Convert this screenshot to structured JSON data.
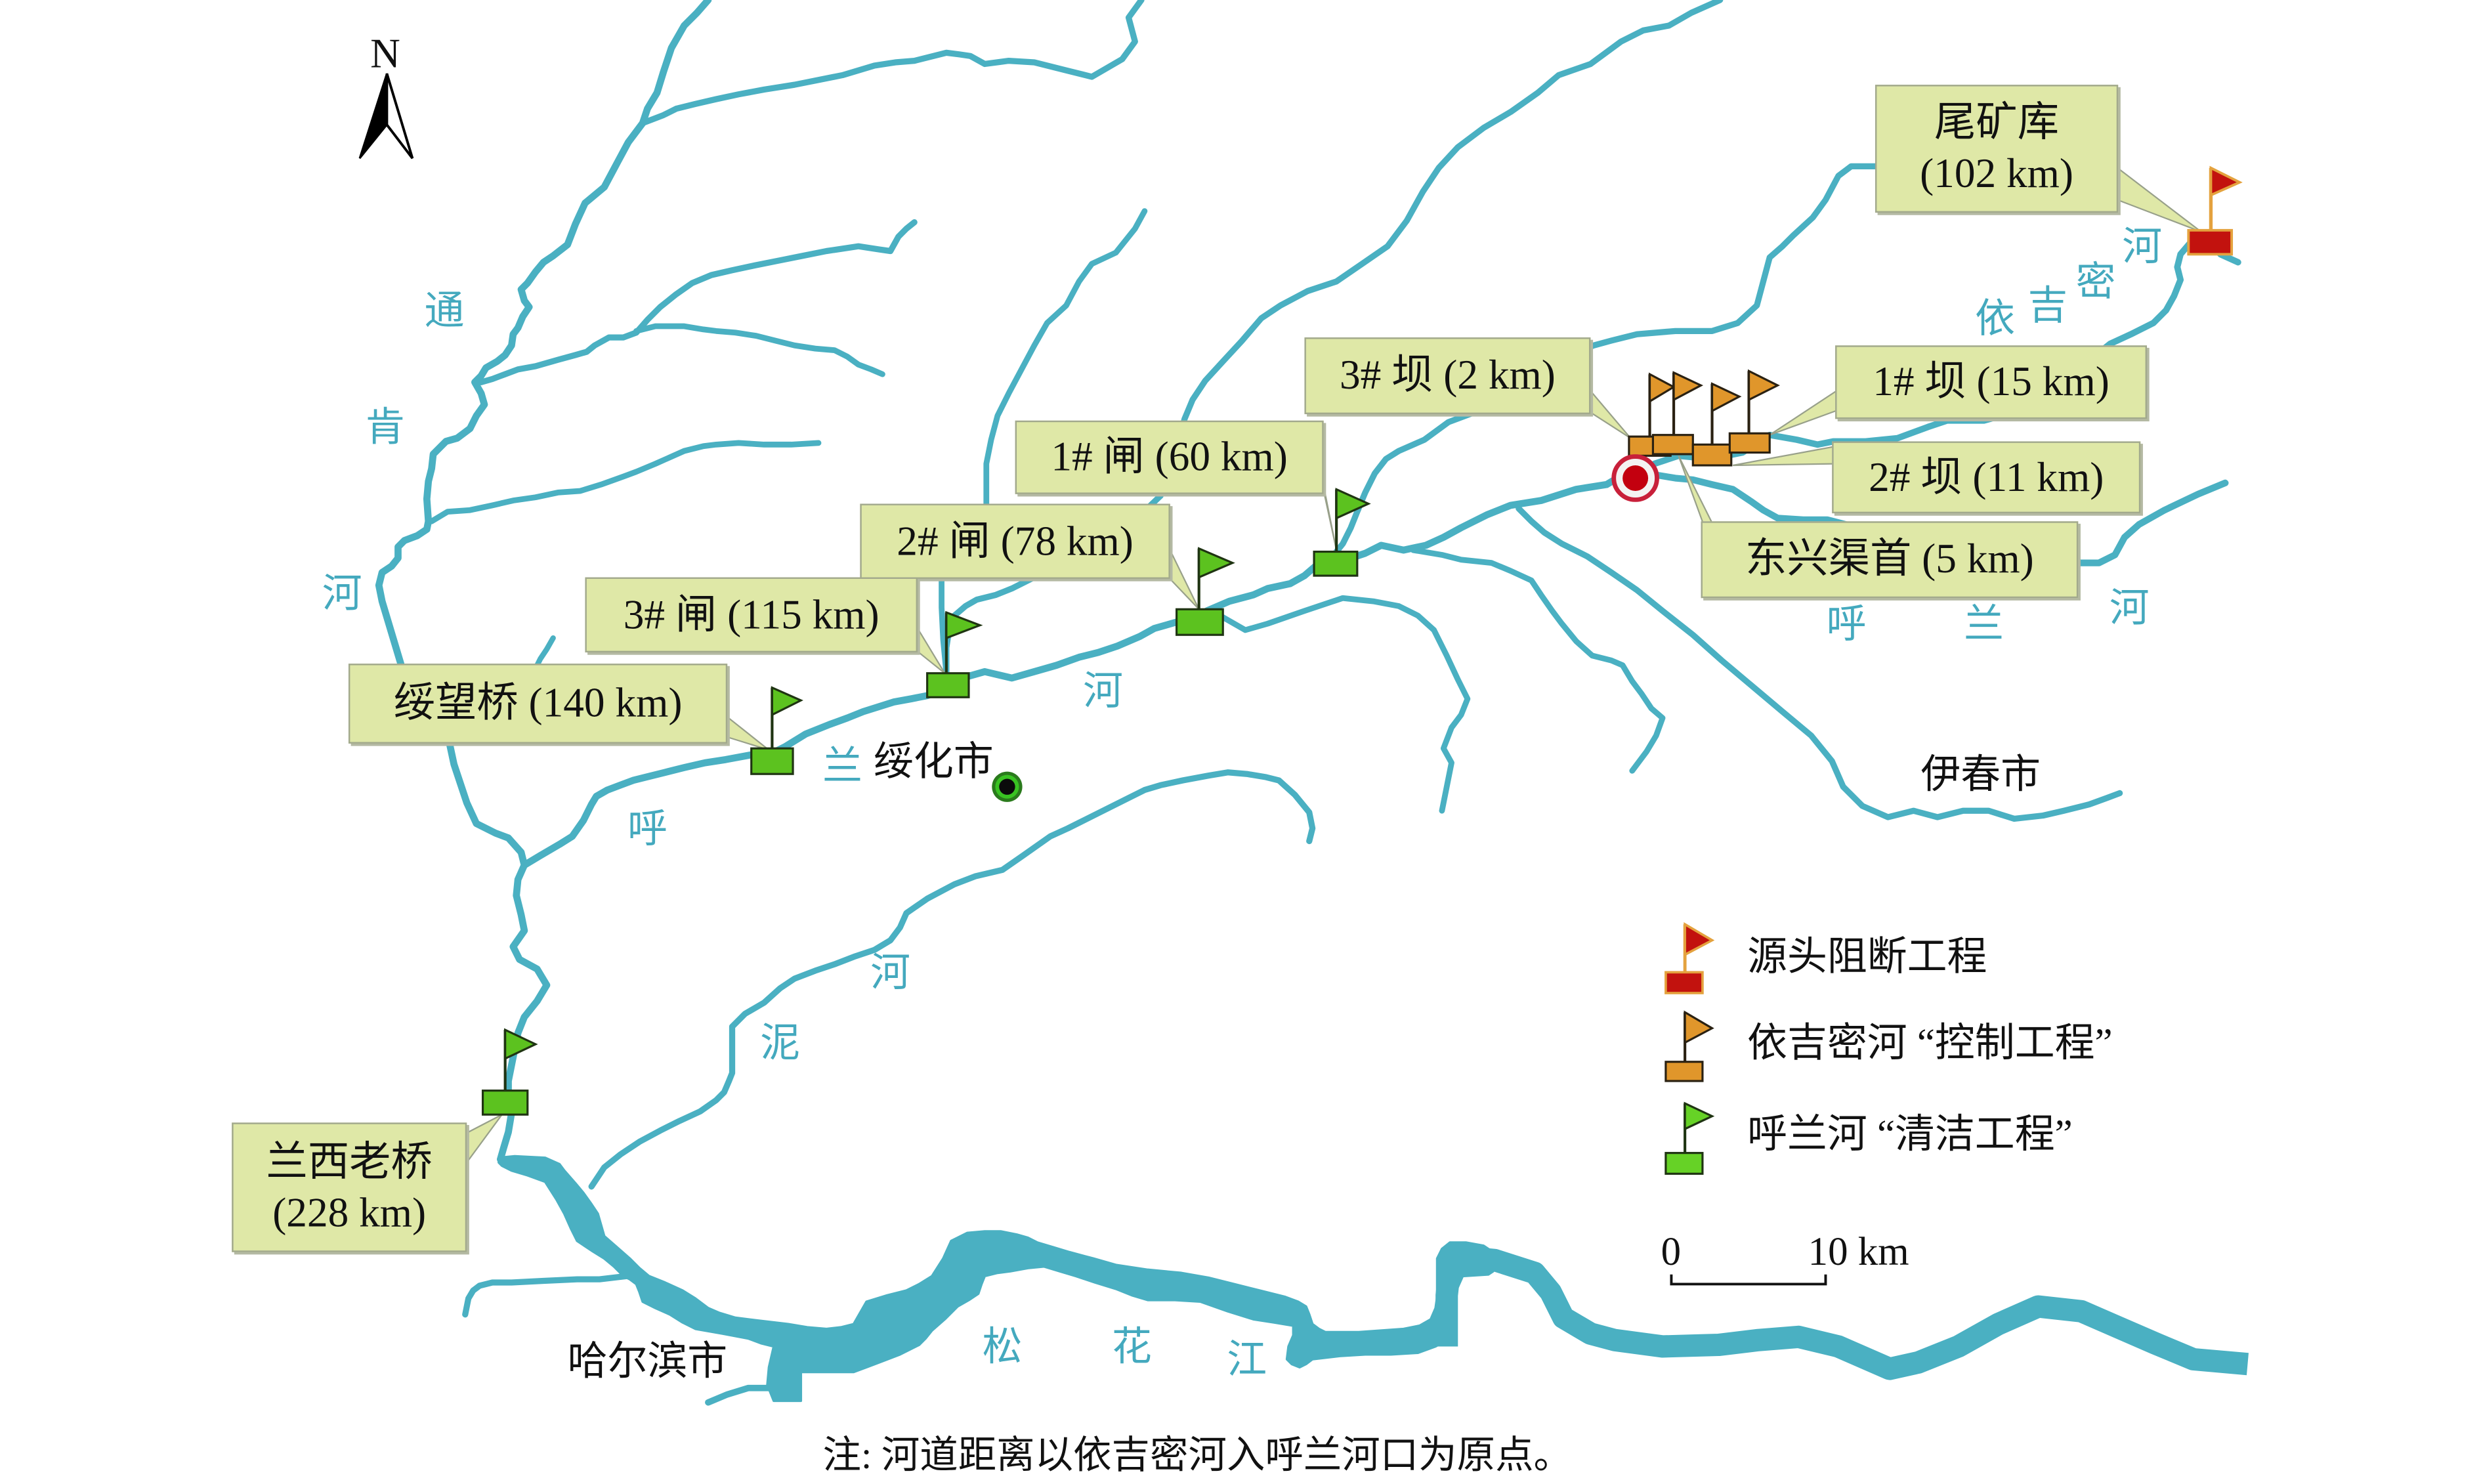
{
  "north_arrow": {
    "label": "N"
  },
  "callouts": [
    {
      "lines": [
        "尾矿库",
        "(102 km)"
      ],
      "marker": "red"
    },
    {
      "lines": [
        "3# 坝 (2 km)"
      ],
      "marker": "orange"
    },
    {
      "lines": [
        "1# 坝 (15 km)"
      ],
      "marker": "orange"
    },
    {
      "lines": [
        "2# 坝 (11 km)"
      ],
      "marker": "orange"
    },
    {
      "lines": [
        "东兴渠首 (5 km)"
      ],
      "marker": "orange"
    },
    {
      "lines": [
        "1# 闸 (60 km)"
      ],
      "marker": "green"
    },
    {
      "lines": [
        "2# 闸 (78 km)"
      ],
      "marker": "green"
    },
    {
      "lines": [
        "3# 闸 (115 km)"
      ],
      "marker": "green"
    },
    {
      "lines": [
        "绥望桥 (140 km)"
      ],
      "marker": "green"
    },
    {
      "lines": [
        "兰西老桥",
        "(228 km)"
      ],
      "marker": "green"
    }
  ],
  "cities": [
    {
      "name": "绥化市"
    },
    {
      "name": "伊春市"
    },
    {
      "name": "哈尔滨市"
    }
  ],
  "river_labels": {
    "tongken": [
      "通",
      "肯",
      "河"
    ],
    "yijimi": [
      "依",
      "吉",
      "密",
      "河"
    ],
    "hulan_upper": [
      "呼",
      "兰",
      "河"
    ],
    "hulan_lower": [
      "呼",
      "兰",
      "河"
    ],
    "ni": [
      "泥",
      "河"
    ],
    "songhua": [
      "松",
      "花",
      "江"
    ]
  },
  "legend": {
    "items": [
      {
        "label": "源头阻断工程",
        "marker": "red"
      },
      {
        "label": "依吉密河 “控制工程”",
        "marker": "orange"
      },
      {
        "label": "呼兰河 “清洁工程”",
        "marker": "green"
      }
    ]
  },
  "scale_bar": {
    "start_label": "0",
    "end_label": "10 km"
  },
  "footnote": "注: 河道距离以依吉密河入呼兰河口为原点。",
  "colors": {
    "river": "#4ab0c2",
    "river_label": "#44a9be",
    "callout_fill": "#dfe8a7",
    "callout_border": "#a2a98d",
    "flag_red": "#c2120e",
    "flag_orange": "#e0962b",
    "flag_green": "#5cc21f",
    "origin_marker": "#c8203a",
    "city_marker": "#39c322"
  }
}
